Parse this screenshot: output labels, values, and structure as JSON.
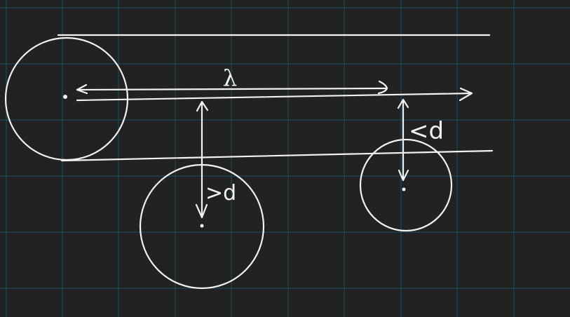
{
  "canvas": {
    "background_color": "#222222",
    "grid_color": "#1f4e6b",
    "ink_color": "#f2f2f2",
    "grid": true
  },
  "labels": {
    "wavelength": "λ",
    "greater_than_d": ">d",
    "less_than_d": "<d"
  }
}
